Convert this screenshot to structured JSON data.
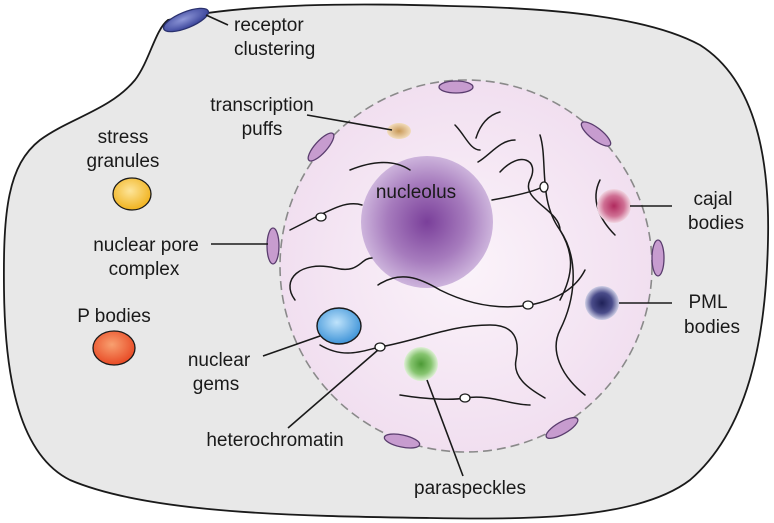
{
  "labels": {
    "receptor_clustering": [
      "receptor",
      "clustering"
    ],
    "transcription_puffs": [
      "transcription",
      "puffs"
    ],
    "stress_granules": [
      "stress",
      "granules"
    ],
    "nucleolus": "nucleolus",
    "cajal_bodies": [
      "cajal",
      "bodies"
    ],
    "nuclear_pore_complex": [
      "nuclear pore",
      "complex"
    ],
    "p_bodies": "P bodies",
    "pml_bodies": [
      "PML",
      "bodies"
    ],
    "nuclear_gems": [
      "nuclear",
      "gems"
    ],
    "heterochromatin": "heterochromatin",
    "paraspeckles": "paraspeckles"
  },
  "colors": {
    "cell_fill": "#e8e8e8",
    "nucleus_fill": "#f1dff0",
    "nucleolus": "#7a3f9a",
    "cajal": "#b02a5e",
    "pml": "#2d2f6e",
    "paraspeckles": "#63b04a",
    "nuclear_gems": "#3f94d8",
    "stress_granules": "#f0b21e",
    "p_bodies": "#e84a25",
    "transcription_puffs": "#d9b17c",
    "receptor": "#4450a8",
    "pore": "#c79ccf"
  }
}
